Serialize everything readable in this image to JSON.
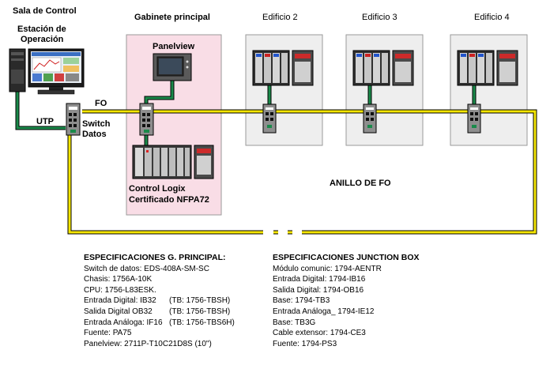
{
  "control_room": {
    "title": "Sala de Control",
    "station_line1": "Estación de",
    "station_line2": "Operación"
  },
  "main_cabinet": {
    "title": "Gabinete principal",
    "panelview": "Panelview",
    "plc_line1": "Control Logix",
    "plc_line2": "Certificado NFPA72"
  },
  "buildings": [
    "Edificio 2",
    "Edificio 3",
    "Edificio 4"
  ],
  "links": {
    "fo": "FO",
    "utp": "UTP",
    "switch_line1": "Switch",
    "switch_line2": "Datos",
    "ring": "ANILLO DE FO"
  },
  "specs_main": {
    "title": "ESPECIFICACIONES G. PRINCIPAL:",
    "rows": [
      {
        "text": "Switch de datos: EDS-408A-SM-SC",
        "tb": ""
      },
      {
        "text": "Chasis: 1756A-10K",
        "tb": ""
      },
      {
        "text": "CPU: 1756-L83ESK.",
        "tb": ""
      },
      {
        "text": "Entrada Digital: IB32",
        "tb": "(TB: 1756-TBSH)"
      },
      {
        "text": "Salida Digital OB32",
        "tb": "(TB: 1756-TBSH)"
      },
      {
        "text": "Entrada Análoga: IF16",
        "tb": "(TB: 1756-TBS6H)"
      },
      {
        "text": "Fuente: PA75",
        "tb": ""
      },
      {
        "text": "Panelview: 2711P-T10C21D8S (10\")",
        "tb": ""
      }
    ]
  },
  "specs_junction": {
    "title": "ESPECIFICACIONES JUNCTION BOX",
    "rows": [
      "Módulo comunic: 1794-AENTR",
      "Entrada Digital: 1794-IB16",
      "Salida Digital: 1794-OB16",
      "Base: 1794-TB3",
      "Entrada Análoga_ 1794-IE12",
      "Base: TB3G",
      "Cable extensor: 1794-CE3",
      "Fuente: 1794-PS3"
    ]
  },
  "colors": {
    "fiber": "#f5e600",
    "utp": "#1a8a4a",
    "cabinet_fill": "#f9dde6",
    "building_fill": "#eeeeee"
  }
}
